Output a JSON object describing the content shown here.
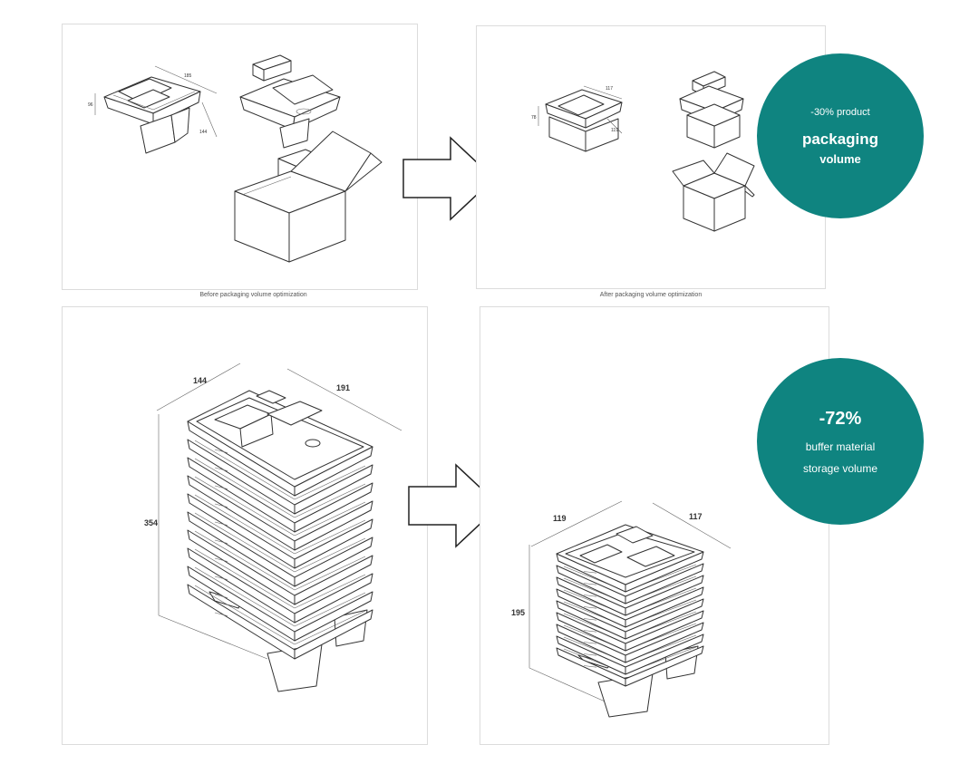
{
  "top_section": {
    "before_caption": "Before packaging volume optimization",
    "after_caption": "After packaging volume optimization",
    "before_dims": [
      "185",
      "96",
      "144"
    ],
    "after_dims": [
      "117",
      "78",
      "119"
    ]
  },
  "bottom_section": {
    "before_dims": {
      "width": "144",
      "depth": "191",
      "height": "354"
    },
    "after_dims": {
      "width": "119",
      "depth": "117",
      "height": "195"
    }
  },
  "badge_packaging": {
    "line1": "-30% product",
    "line2": "packaging",
    "line3": "volume",
    "color": "#0f8480"
  },
  "badge_buffer": {
    "line1": "-72%",
    "line2": "buffer material",
    "line3": "storage volume",
    "color": "#0f8480"
  },
  "icons": [
    "arrow-right-icon"
  ]
}
